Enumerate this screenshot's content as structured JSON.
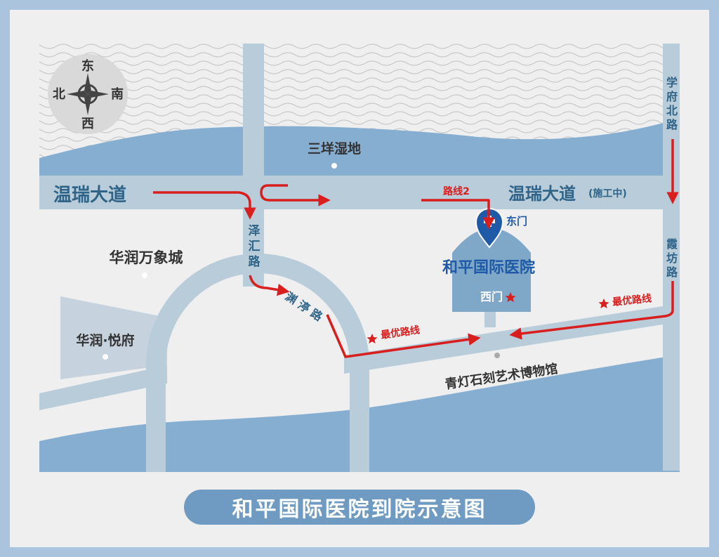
{
  "compass": {
    "north": "北",
    "south": "南",
    "east": "东",
    "west": "西"
  },
  "roads": {
    "wenrui_left": "温瑞大道",
    "wenrui_right": "温瑞大道",
    "wenrui_right_note": "(施工中)",
    "zehui": [
      "泽",
      "汇",
      "路"
    ],
    "yuanting": [
      "渊",
      "渟",
      "路"
    ],
    "xuefu_north": [
      "学",
      "府",
      "北",
      "路"
    ],
    "xiafang": [
      "霞",
      "坊",
      "路"
    ]
  },
  "places": {
    "sanyang_wetland": "三垟湿地",
    "huarun_mixc": "华润万象城",
    "huarun_yuefu": "华润·悦府",
    "qingdeng_museum": "青灯石刻艺术博物馆"
  },
  "hospital": {
    "name": "和平国际医院",
    "east_gate": "东门",
    "west_gate": "西门"
  },
  "routes": {
    "route2": "路线2",
    "best_route_1": "最优路线",
    "best_route_2": "最优路线"
  },
  "caption": "和平国际医院到院示意图",
  "colors": {
    "frame": "#a9c4dc",
    "panel": "#efefef",
    "water": "#85aed1",
    "road": "#b8ccda",
    "road_text": "#2f6488",
    "hospital_building": "#7fa7c8",
    "hospital_pin": "#1f5aa8",
    "route": "#d91e1e"
  },
  "icons": {
    "compass": "compass-icon",
    "hospital": "hospital-pin-icon",
    "star": "star-icon"
  }
}
